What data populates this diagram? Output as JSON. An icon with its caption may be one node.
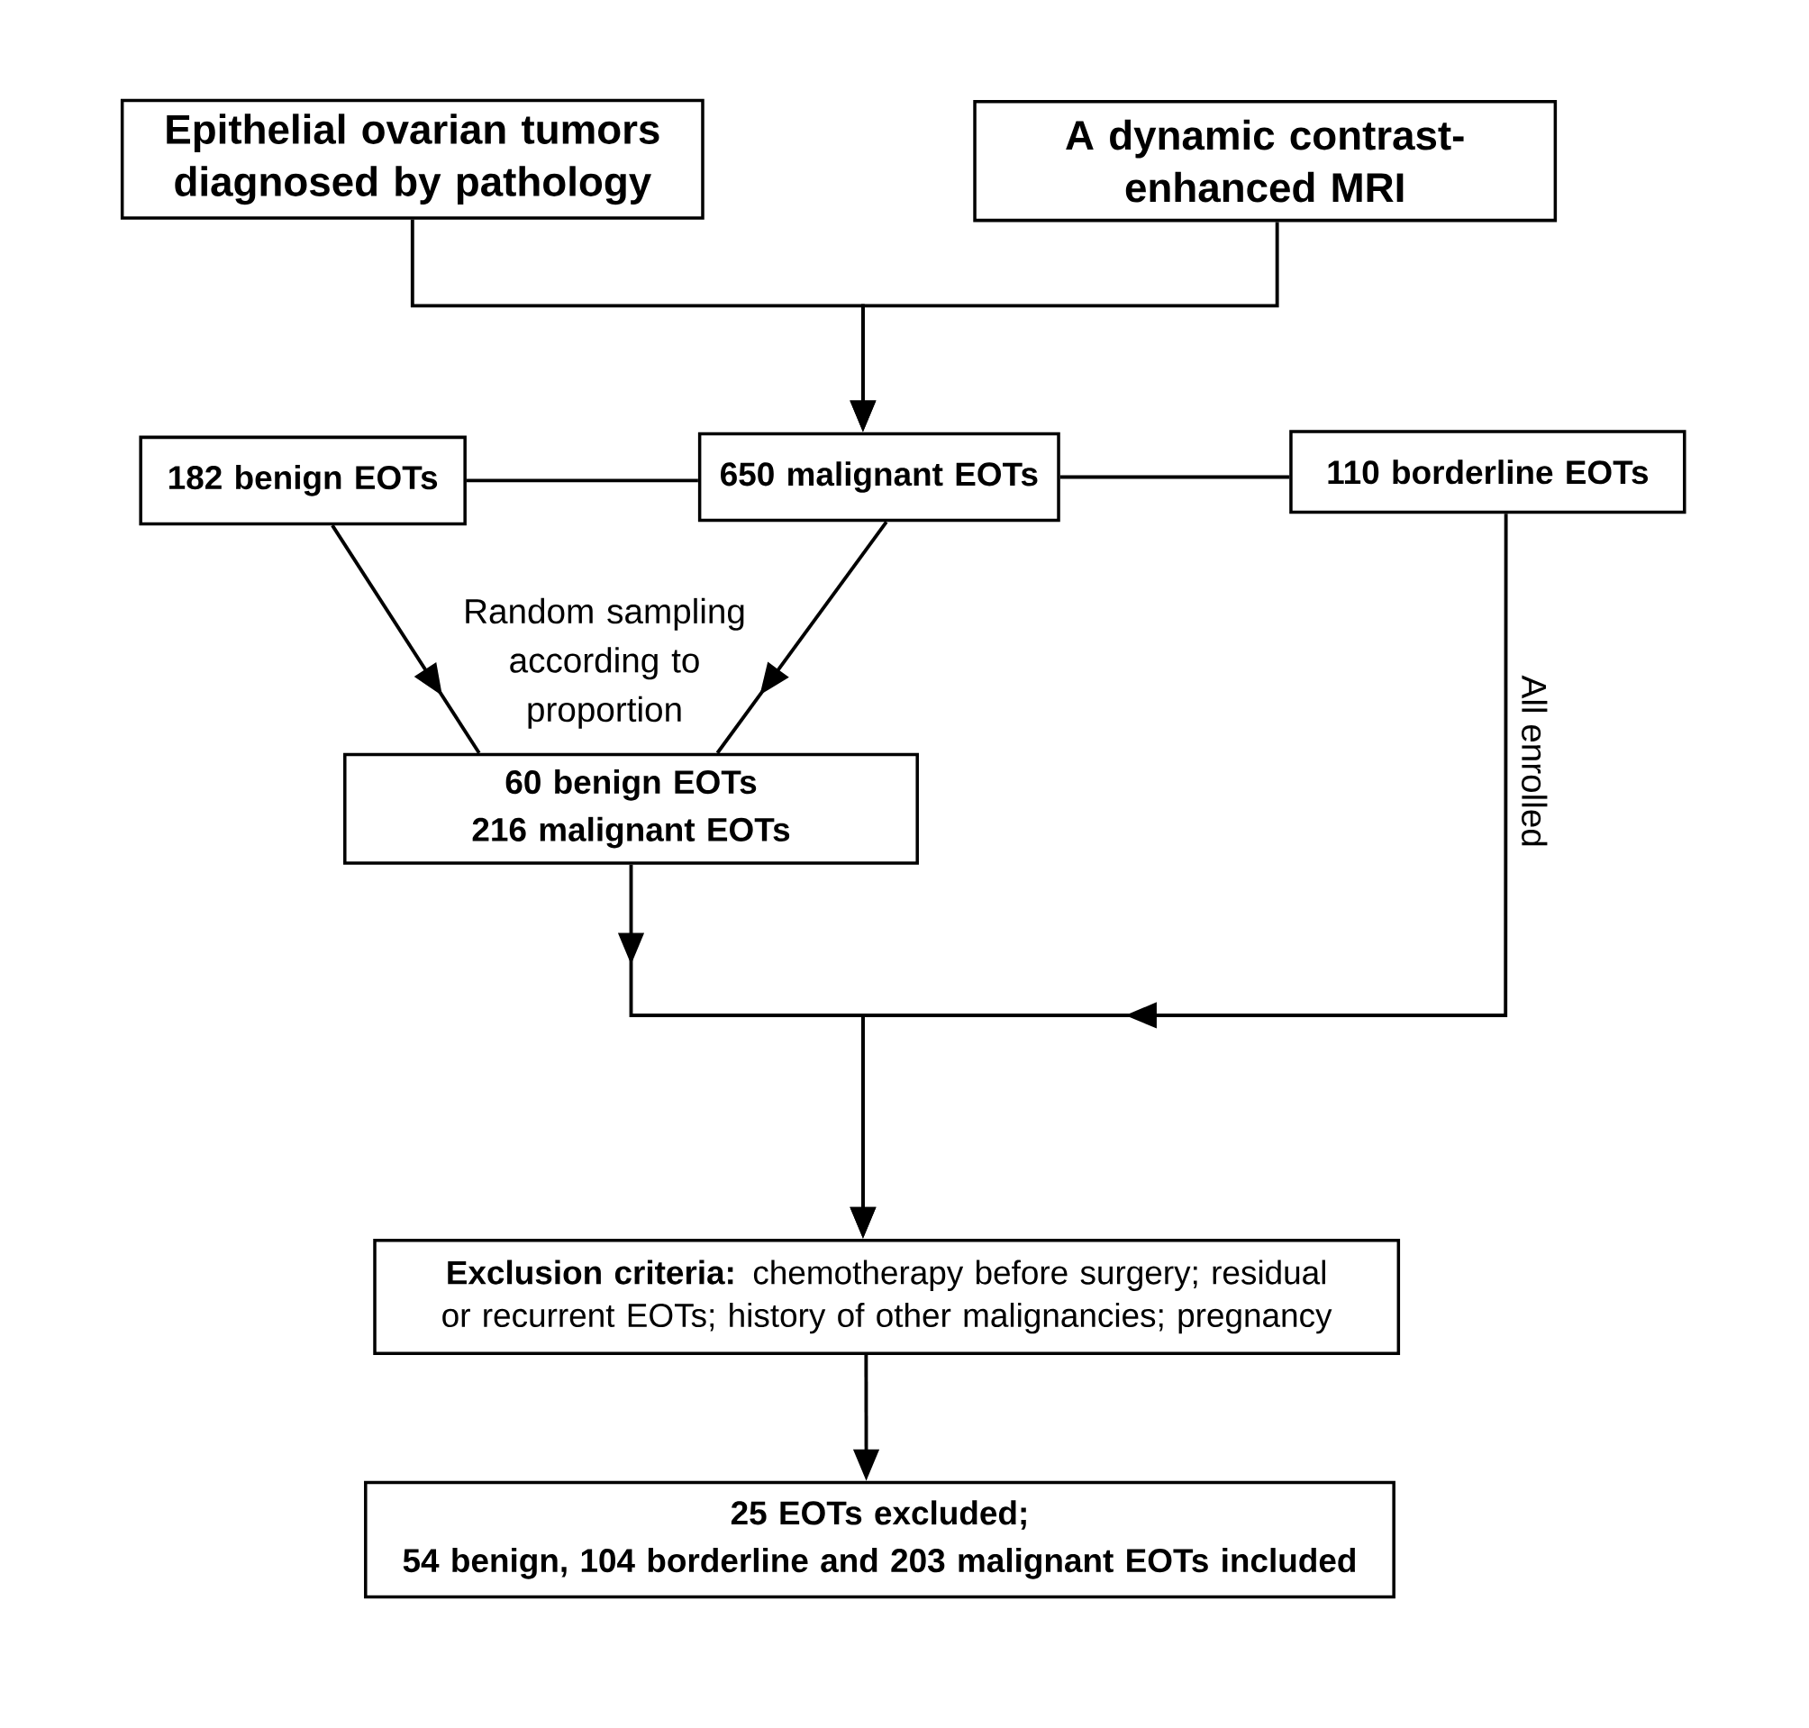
{
  "diagram": {
    "nodes": [
      {
        "text": [
          "Epithelial ovarian tumors diagnosed by pathology"
        ]
      },
      {
        "text": [
          "A dynamic contrast-enhanced MRI"
        ]
      },
      {
        "text": [
          "182 benign EOTs"
        ]
      },
      {
        "text": [
          "650 malignant EOTs"
        ]
      },
      {
        "text": [
          "110 borderline EOTs"
        ]
      },
      {
        "text": [
          "60 benign EOTs",
          "216 malignant EOTs"
        ]
      },
      {
        "text": [
          "**Exclusion criteria:** chemotherapy before surgery; residual or recurrent EOTs; history of other malignancies; pregnancy"
        ]
      },
      {
        "text": [
          "25 EOTs excluded;",
          "54 benign, 104 borderline and 203 malignant EOTs included"
        ]
      }
    ],
    "edges": [
      {
        "from": 0,
        "to": 3,
        "arrow": "to"
      },
      {
        "from": 1,
        "to": 3,
        "arrow": "to"
      },
      {
        "from": 2,
        "to": 3,
        "arrow": "none"
      },
      {
        "from": 3,
        "to": 4,
        "arrow": "none"
      },
      {
        "from": 2,
        "to": 5,
        "arrow": "to"
      },
      {
        "from": 3,
        "to": 5,
        "arrow": "to"
      },
      {
        "from": 5,
        "to": 6,
        "arrow": "to"
      },
      {
        "from": 4,
        "to": 6,
        "arrow": "to",
        "label": "All enrolled"
      },
      {
        "from": 6,
        "to": 7,
        "arrow": "to"
      }
    ],
    "labels": [
      "Random sampling according to proportion"
    ]
  }
}
